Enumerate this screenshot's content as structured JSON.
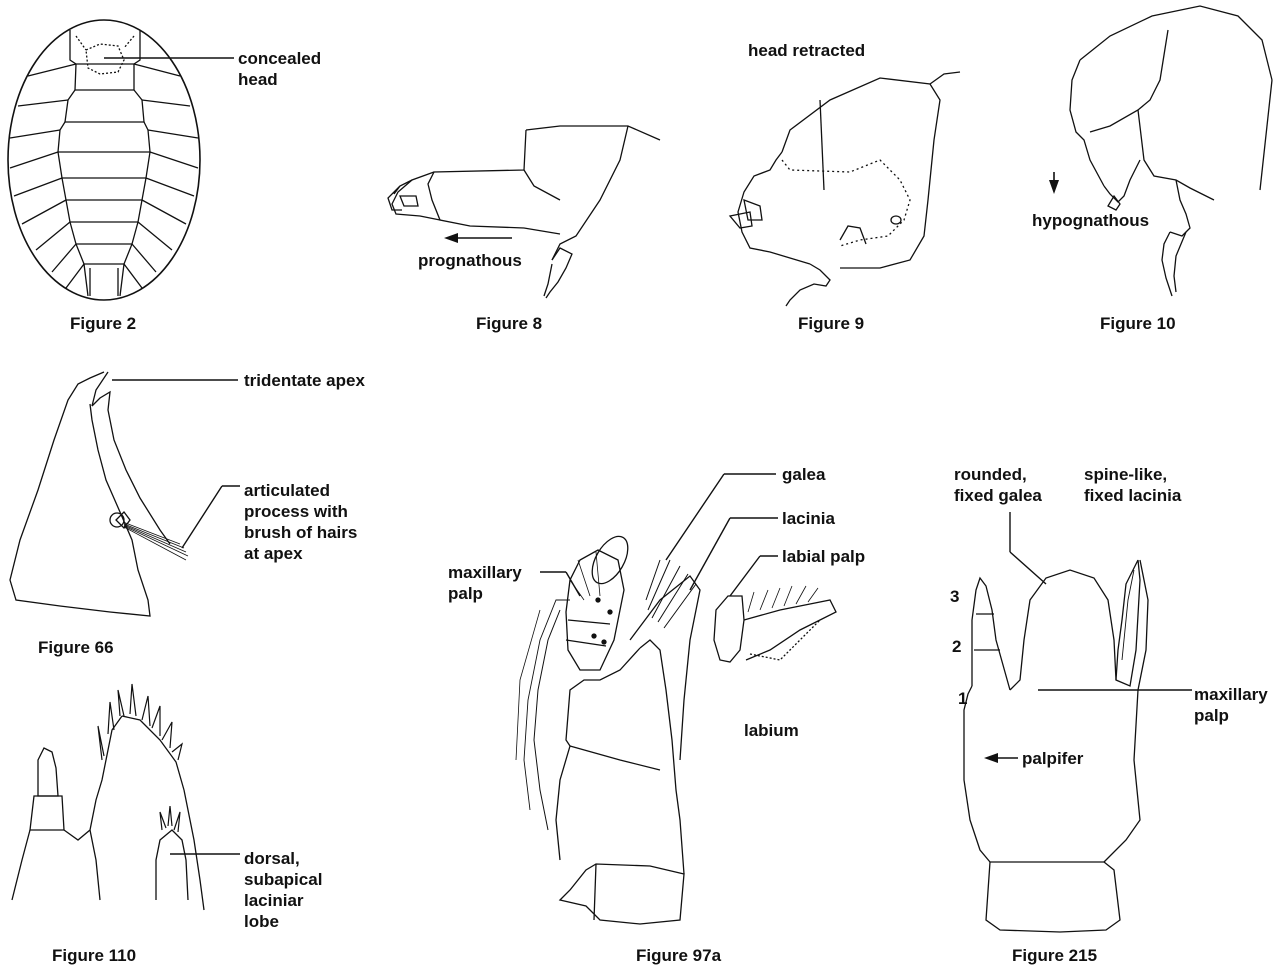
{
  "captions": {
    "fig2": "Figure 2",
    "fig8": "Figure 8",
    "fig9": "Figure 9",
    "fig10": "Figure 10",
    "fig66": "Figure 66",
    "fig110": "Figure 110",
    "fig97a": "Figure 97a",
    "fig215": "Figure 215"
  },
  "labels": {
    "concealed_head": "concealed\nhead",
    "prognathous": "prognathous",
    "head_retracted": "head retracted",
    "hypognathous": "hypognathous",
    "tridentate_apex": "tridentate apex",
    "articulated_process": "articulated\nprocess with\nbrush of hairs\nat apex",
    "dorsal_lobe": "dorsal,\nsubapical\nlaciniar\nlobe",
    "galea": "galea",
    "lacinia": "lacinia",
    "labial_palp": "labial palp",
    "maxillary_palp_97a": "maxillary\npalp",
    "labium": "labium",
    "rounded_galea": "rounded,\nfixed galea",
    "spine_lacinia": "spine-like,\nfixed lacinia",
    "maxillary_palp_215": "maxillary\npalp",
    "palpifer": "palpifer",
    "seg3": "3",
    "seg2": "2",
    "seg1": "1"
  }
}
